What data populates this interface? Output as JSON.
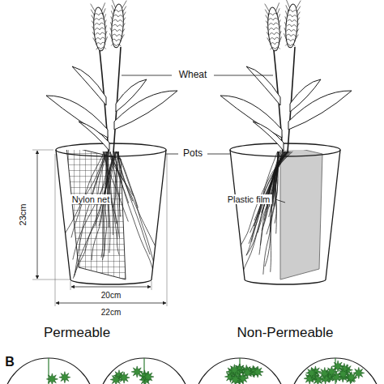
{
  "diagram": {
    "labels": [
      "Wheat",
      "23cm",
      "Pots",
      "Nylon net",
      "Plastic film",
      "20cm",
      "22cm",
      "Permeable",
      "Non-Permeable",
      "B"
    ]
  }
}
